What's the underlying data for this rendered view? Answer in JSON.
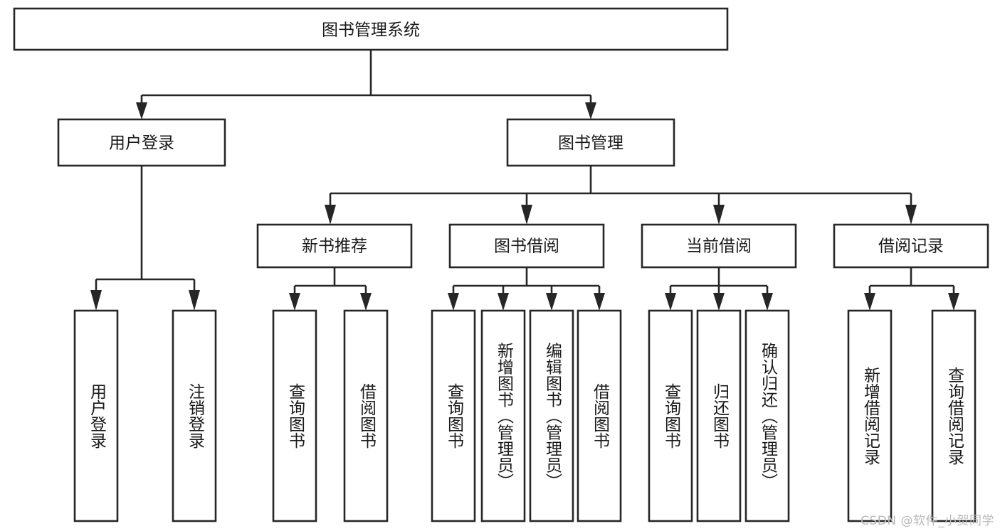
{
  "diagram": {
    "type": "tree-hierarchy",
    "orientation": "top-down",
    "root": {
      "id": "root",
      "label": "图书管理系统",
      "text_orientation": "horizontal"
    },
    "level2": [
      {
        "id": "user-login",
        "label": "用户登录",
        "text_orientation": "horizontal"
      },
      {
        "id": "book-management",
        "label": "图书管理",
        "text_orientation": "horizontal"
      }
    ],
    "level3": [
      {
        "id": "new-book-recommend",
        "label": "新书推荐",
        "text_orientation": "horizontal",
        "parent": "book-management"
      },
      {
        "id": "book-borrow",
        "label": "图书借阅",
        "text_orientation": "horizontal",
        "parent": "book-management"
      },
      {
        "id": "current-borrow",
        "label": "当前借阅",
        "text_orientation": "horizontal",
        "parent": "book-management"
      },
      {
        "id": "borrow-record",
        "label": "借阅记录",
        "text_orientation": "horizontal",
        "parent": "book-management"
      }
    ],
    "leaves": [
      {
        "id": "leaf-user-login",
        "label": "用户登录",
        "text_orientation": "vertical",
        "parent": "user-login"
      },
      {
        "id": "leaf-logout-login",
        "label": "注销登录",
        "text_orientation": "vertical",
        "parent": "user-login"
      },
      {
        "id": "leaf-query-book-1",
        "label": "查询图书",
        "text_orientation": "vertical",
        "parent": "new-book-recommend"
      },
      {
        "id": "leaf-borrow-book-1",
        "label": "借阅图书",
        "text_orientation": "vertical",
        "parent": "new-book-recommend"
      },
      {
        "id": "leaf-query-book-2",
        "label": "查询图书",
        "text_orientation": "vertical",
        "parent": "book-borrow"
      },
      {
        "id": "leaf-add-book",
        "label": "新增图书（管理员）",
        "text_orientation": "vertical",
        "parent": "book-borrow"
      },
      {
        "id": "leaf-edit-book",
        "label": "编辑图书（管理员）",
        "text_orientation": "vertical",
        "parent": "book-borrow"
      },
      {
        "id": "leaf-borrow-book-2",
        "label": "借阅图书",
        "text_orientation": "vertical",
        "parent": "book-borrow"
      },
      {
        "id": "leaf-query-book-3",
        "label": "查询图书",
        "text_orientation": "vertical",
        "parent": "current-borrow"
      },
      {
        "id": "leaf-return-book",
        "label": "归还图书",
        "text_orientation": "vertical",
        "parent": "current-borrow"
      },
      {
        "id": "leaf-confirm-return",
        "label": "确认归还（管理员）",
        "text_orientation": "vertical",
        "parent": "current-borrow"
      },
      {
        "id": "leaf-add-record",
        "label": "新增借阅记录",
        "text_orientation": "vertical",
        "parent": "borrow-record"
      },
      {
        "id": "leaf-query-record",
        "label": "查询借阅记录",
        "text_orientation": "vertical",
        "parent": "borrow-record"
      }
    ]
  },
  "watermark": {
    "text": "CSDN @软件_小贺同学"
  },
  "colors": {
    "stroke": "#262626",
    "fill": "#ffffff",
    "text": "#1a1a1a",
    "watermark": "#b9b9b9"
  }
}
